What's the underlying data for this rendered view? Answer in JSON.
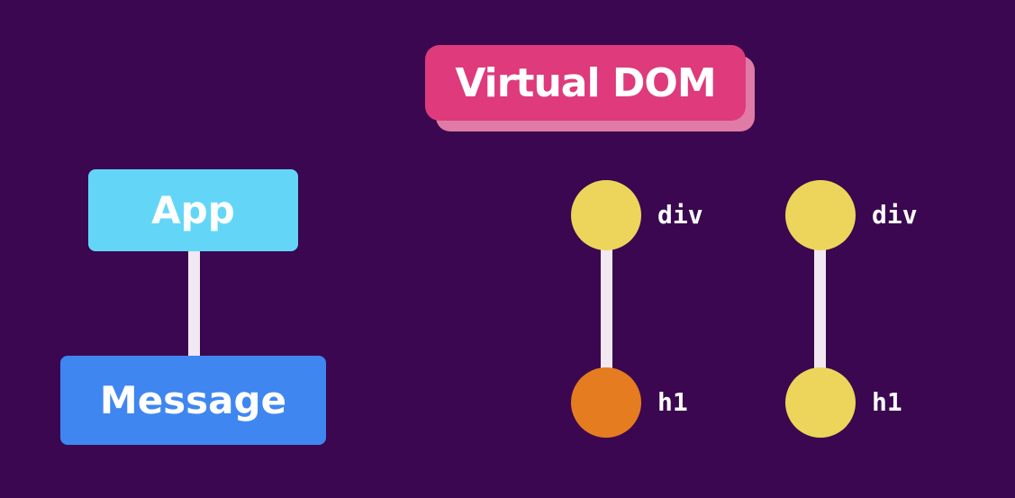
{
  "title": "Virtual DOM",
  "colors": {
    "background": "#3a0750",
    "title_fill": "#de3a7c",
    "title_shadow": "#e07ba6",
    "app_fill": "#63d6f7",
    "message_fill": "#3f86f0",
    "edge": "#f1e8f1",
    "node_unchanged": "#ecd55a",
    "node_changed": "#e57c1f"
  },
  "component_tree": {
    "parent": "App",
    "child": "Message"
  },
  "virtual_dom_trees": [
    {
      "nodes": [
        {
          "label": "div",
          "state": "unchanged"
        },
        {
          "label": "h1",
          "state": "changed"
        }
      ]
    },
    {
      "nodes": [
        {
          "label": "div",
          "state": "unchanged"
        },
        {
          "label": "h1",
          "state": "unchanged"
        }
      ]
    }
  ]
}
